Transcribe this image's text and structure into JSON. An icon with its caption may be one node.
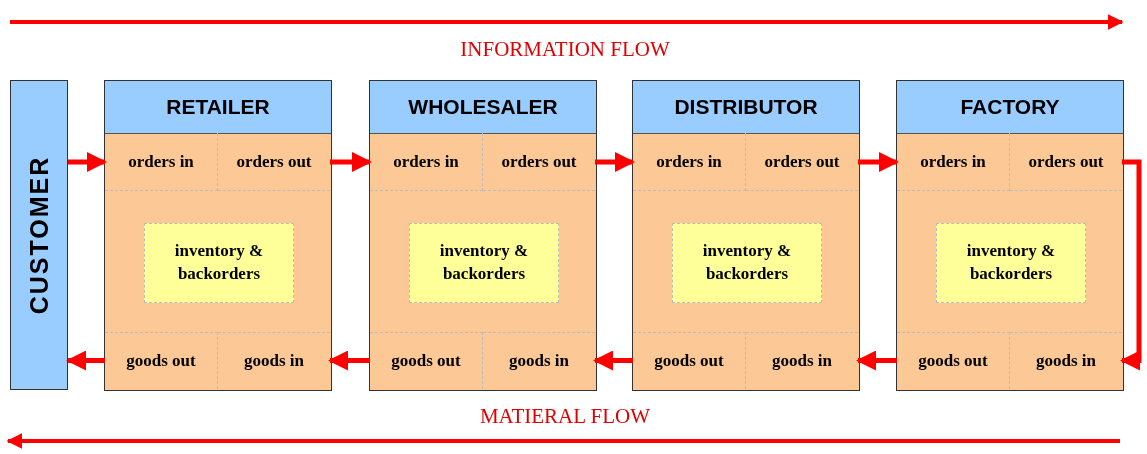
{
  "diagram": {
    "nodes": [
      {
        "text": [
          "CUSTOMER"
        ]
      },
      {
        "text": [
          "RETAILER"
        ]
      },
      {
        "text": [
          "orders in"
        ],
        "in": 1
      },
      {
        "text": [
          "orders out"
        ],
        "in": 1
      },
      {
        "text": [
          "inventory & backorders"
        ],
        "in": 1
      },
      {
        "text": [
          "goods out"
        ],
        "in": 1
      },
      {
        "text": [
          "goods in"
        ],
        "in": 1
      },
      {
        "text": [
          "WHOLESALER"
        ]
      },
      {
        "text": [
          "orders in"
        ],
        "in": 7
      },
      {
        "text": [
          "orders out"
        ],
        "in": 7
      },
      {
        "text": [
          "inventory & backorders"
        ],
        "in": 7
      },
      {
        "text": [
          "goods out"
        ],
        "in": 7
      },
      {
        "text": [
          "goods in"
        ],
        "in": 7
      },
      {
        "text": [
          "DISTRIBUTOR"
        ]
      },
      {
        "text": [
          "orders in"
        ],
        "in": 13
      },
      {
        "text": [
          "orders out"
        ],
        "in": 13
      },
      {
        "text": [
          "inventory & backorders"
        ],
        "in": 13
      },
      {
        "text": [
          "goods out"
        ],
        "in": 13
      },
      {
        "text": [
          "goods in"
        ],
        "in": 13
      },
      {
        "text": [
          "FACTORY"
        ]
      },
      {
        "text": [
          "orders in"
        ],
        "in": 19
      },
      {
        "text": [
          "orders out"
        ],
        "in": 19
      },
      {
        "text": [
          "inventory & backorders"
        ],
        "in": 19
      },
      {
        "text": [
          "goods out"
        ],
        "in": 19
      },
      {
        "text": [
          "goods in"
        ],
        "in": 19
      }
    ],
    "edges": [
      {
        "from": 0,
        "to": 2,
        "arrow": "to"
      },
      {
        "from": 3,
        "to": 8,
        "arrow": "to"
      },
      {
        "from": 9,
        "to": 14,
        "arrow": "to"
      },
      {
        "from": 15,
        "to": 20,
        "arrow": "to"
      },
      {
        "from": 21,
        "to": 24,
        "arrow": "to"
      },
      {
        "from": 23,
        "to": 18,
        "arrow": "to"
      },
      {
        "from": 17,
        "to": 12,
        "arrow": "to"
      },
      {
        "from": 11,
        "to": 6,
        "arrow": "to"
      },
      {
        "from": 5,
        "to": 0,
        "arrow": "to"
      }
    ],
    "labels": [
      "INFORMATION FLOW",
      "MATIERAL FLOW"
    ]
  }
}
